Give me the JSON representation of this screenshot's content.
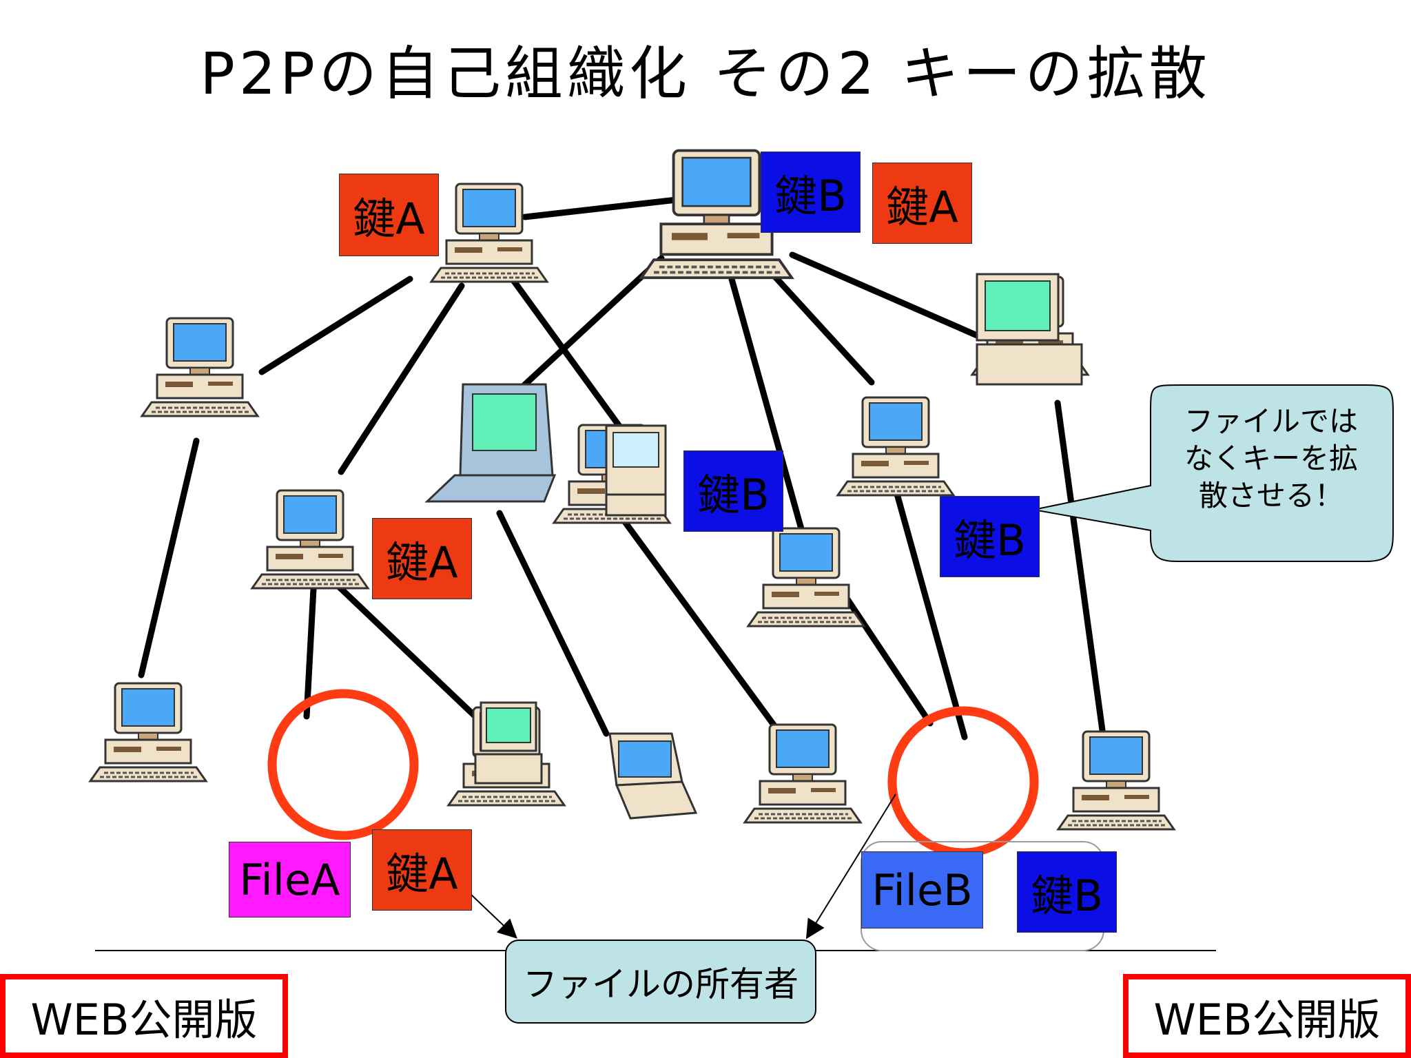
{
  "title": "P2Pの自己組織化 その2 キーの拡散",
  "keys": {
    "a": "鍵A",
    "b": "鍵B",
    "file_a": "FileA",
    "file_b": "FileB"
  },
  "callout": {
    "line1": "ファイルでは",
    "line2": "なくキーを拡",
    "line3": "散させる！"
  },
  "owner_label": "ファイルの所有者",
  "web_badge": "WEB公開版",
  "colors": {
    "key_red": "#ee3a12",
    "key_blue": "#0b0fe6",
    "file_magenta": "#ff19ff",
    "file_lightblue": "#3a69f6",
    "callout_fill": "#bde3e6",
    "highlight_circle": "#ff3b14",
    "badge_border": "#ff0000"
  }
}
